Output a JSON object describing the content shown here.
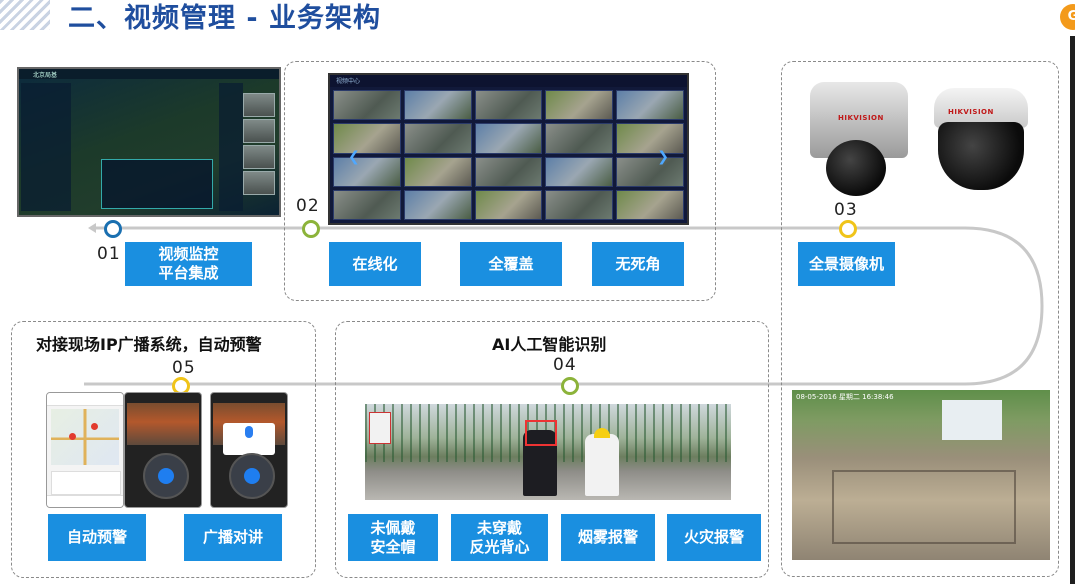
{
  "header": {
    "title": "二、视频管理 - 业务架构",
    "badge": "G"
  },
  "steps": [
    {
      "num": "01",
      "tags": [
        "视频监控\n平台集成"
      ]
    },
    {
      "num": "02",
      "tags": [
        "在线化",
        "全覆盖",
        "无死角"
      ]
    },
    {
      "num": "03",
      "tags": [
        "全景摄像机"
      ]
    },
    {
      "num": "04",
      "title": "AI人工智能识别",
      "tags": [
        "未佩戴\n安全帽",
        "未穿戴\n反光背心",
        "烟雾报警",
        "火灾报警"
      ]
    },
    {
      "num": "05",
      "title": "对接现场IP广播系统，自动预警",
      "tags": [
        "自动预警",
        "广播对讲"
      ]
    }
  ],
  "screens": {
    "dashboard_title": "北京局基",
    "videowall_title": "视频中心"
  },
  "cameras": {
    "brand_1": "HIKVISION",
    "brand_2": "HIKVISION"
  },
  "photo_site_stamp": "08-05-2016 星期二 16:38:46",
  "colors": {
    "accent_blue": "#1a8fe0",
    "title_blue": "#1f4e9e",
    "dot_blue": "#1a6fb0",
    "dot_green": "#8cb33a",
    "dot_yellow": "#f0c419",
    "track_gray": "#c8c8c8"
  }
}
